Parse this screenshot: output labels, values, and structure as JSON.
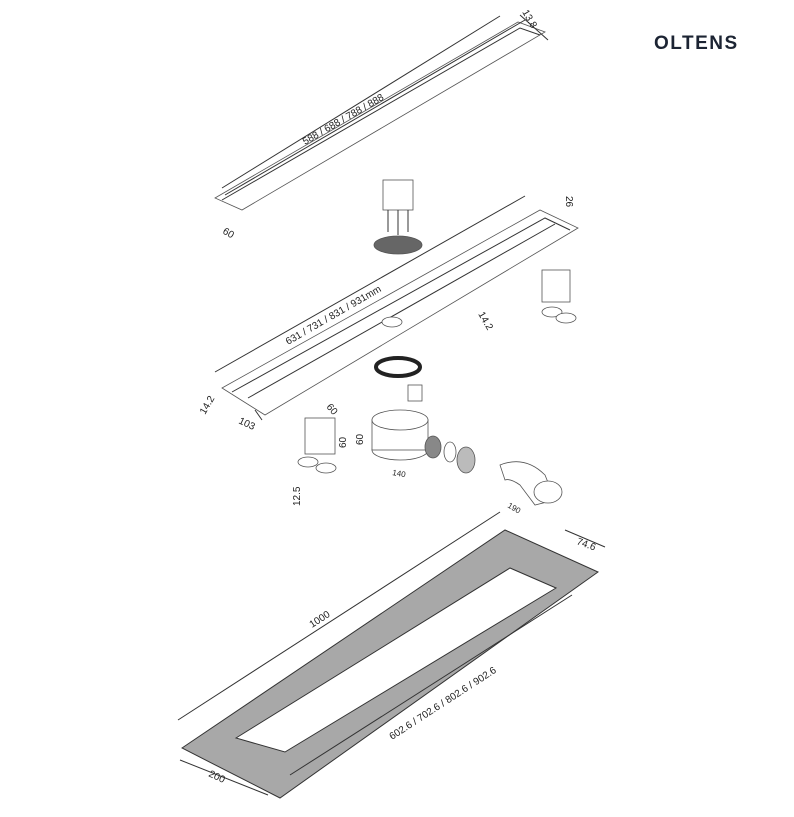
{
  "brand": {
    "logo": "OLTENS"
  },
  "colors": {
    "frame": "#a8a8a8",
    "line": "#333333",
    "logo": "#1c2433"
  },
  "dimensions": {
    "grate_thickness": "13.8",
    "grate_length": "588 / 688 / 788 / 888",
    "grate_width": "60",
    "channel_height": "26",
    "channel_length": "631 / 731 / 831 / 931mm",
    "channel_inner": "14.2",
    "channel_side": "14.2",
    "channel_width": "103",
    "foot_depth": "60",
    "foot_height": "60",
    "foot_adjust": "12.5",
    "siphon_height": "60",
    "siphon_length": "140",
    "elbow_length": "190",
    "frame_margin": "74.6",
    "frame_length": "1000",
    "frame_inner_length": "602.6 / 702.6 / 802.6 / 902.6",
    "frame_width": "200"
  }
}
